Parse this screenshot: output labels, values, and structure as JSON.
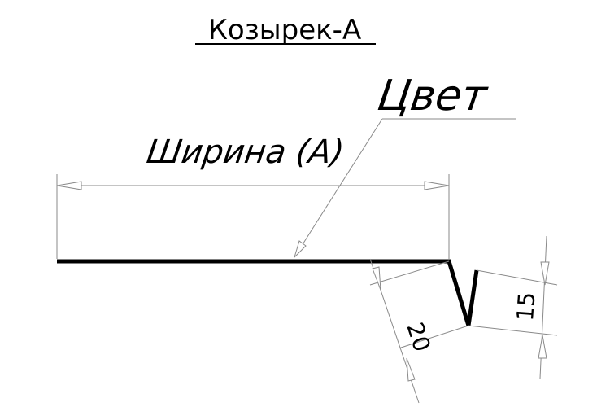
{
  "title": "Козырек-А",
  "color_label": "Цвет",
  "width_label": "Ширина (А)",
  "dimensions": {
    "slope_length": "20",
    "drip_length": "15"
  }
}
